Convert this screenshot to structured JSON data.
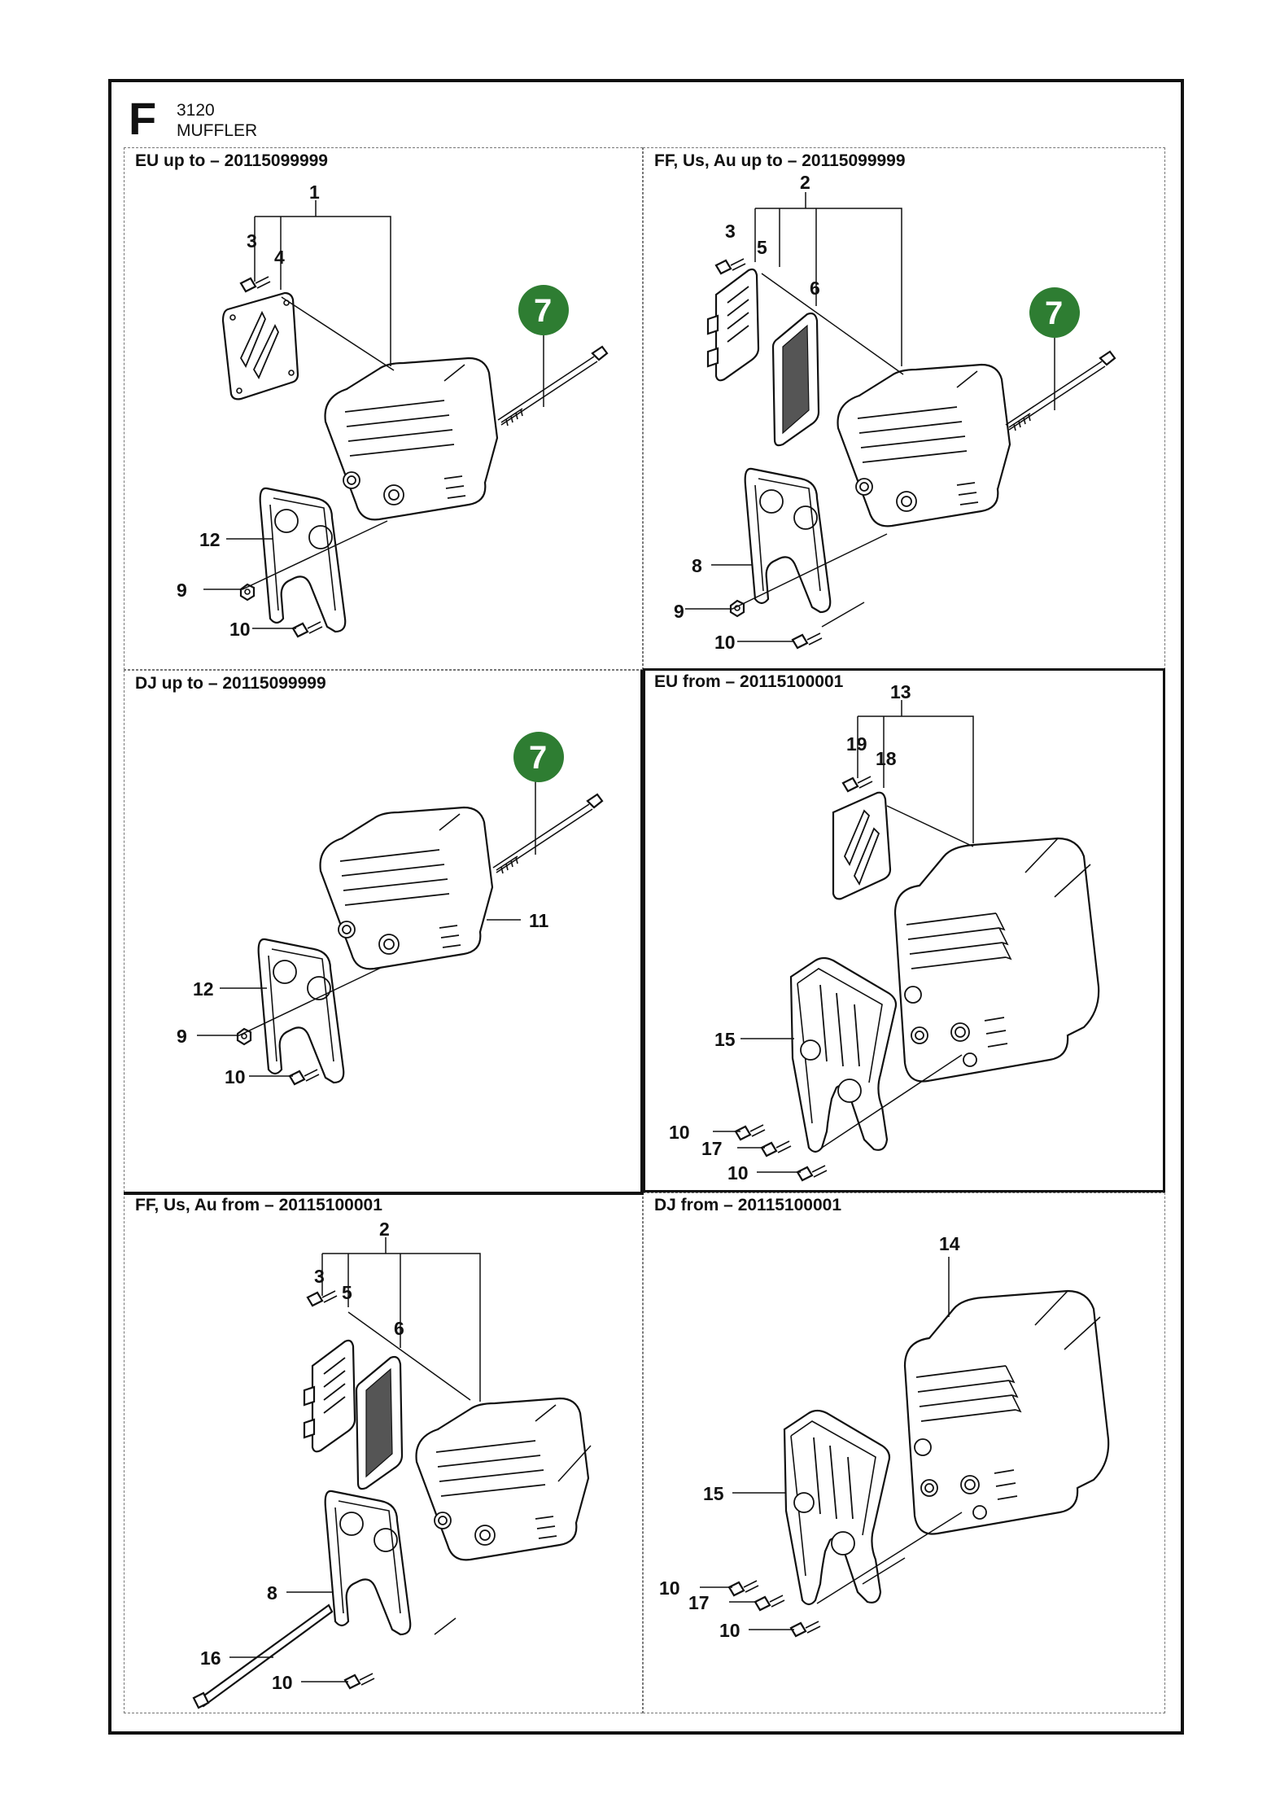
{
  "header": {
    "letter": "F",
    "code": "3120",
    "title": "MUFFLER"
  },
  "accent_color": "#2e7d32",
  "panels": [
    {
      "label": "EU up to – 20115099999",
      "callouts": {
        "c1": "1",
        "c3": "3",
        "c4": "4",
        "c7": "7",
        "c12": "12",
        "c9": "9",
        "c10": "10"
      }
    },
    {
      "label": "FF, Us, Au up to – 20115099999",
      "callouts": {
        "c2": "2",
        "c3": "3",
        "c5": "5",
        "c6": "6",
        "c7": "7",
        "c8": "8",
        "c9": "9",
        "c10": "10"
      }
    },
    {
      "label": "DJ up to – 20115099999",
      "callouts": {
        "c7": "7",
        "c11": "11",
        "c12": "12",
        "c9": "9",
        "c10": "10"
      }
    },
    {
      "label": "EU from – 20115100001",
      "callouts": {
        "c13": "13",
        "c19": "19",
        "c18": "18",
        "c15": "15",
        "c10a": "10",
        "c17": "17",
        "c10b": "10"
      }
    },
    {
      "label": "FF, Us, Au from – 20115100001",
      "callouts": {
        "c2": "2",
        "c3": "3",
        "c5": "5",
        "c6": "6",
        "c8": "8",
        "c16": "16",
        "c10": "10"
      }
    },
    {
      "label": "DJ from – 20115100001",
      "callouts": {
        "c14": "14",
        "c15": "15",
        "c10a": "10",
        "c17": "17",
        "c10b": "10"
      }
    }
  ]
}
